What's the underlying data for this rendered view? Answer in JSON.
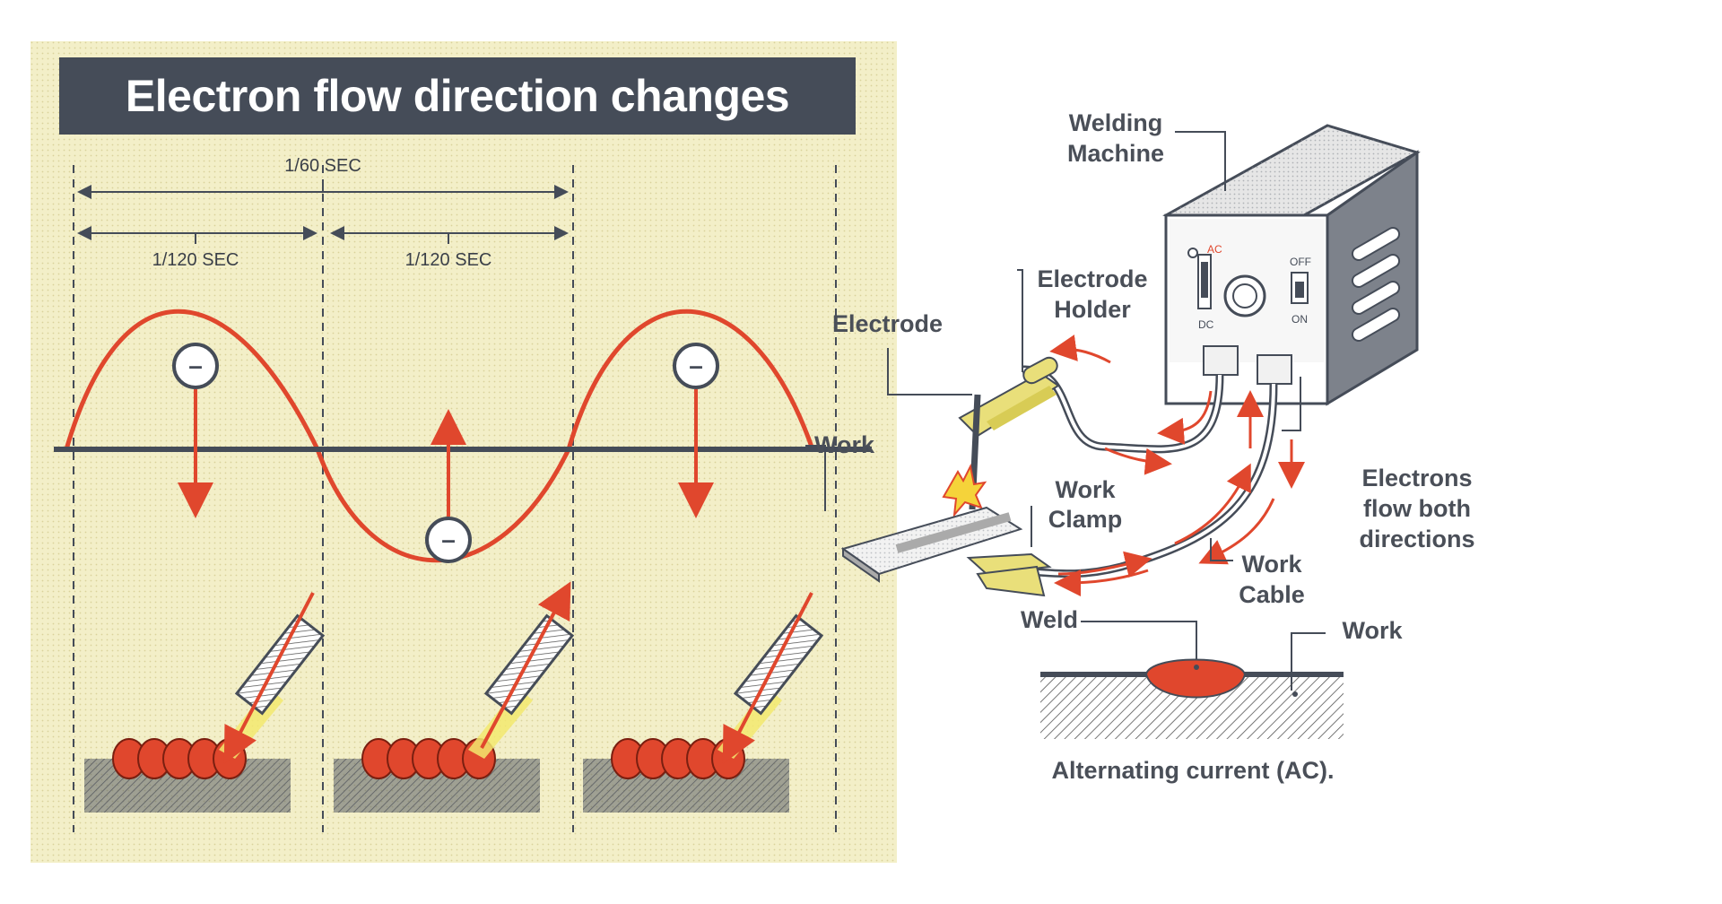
{
  "left": {
    "title": "Electron flow direction changes",
    "period_full": "1/60 SEC",
    "period_half_1": "1/120 SEC",
    "period_half_2": "1/120 SEC",
    "electron_symbol": "–"
  },
  "right": {
    "welding_machine": [
      "Welding",
      "Machine"
    ],
    "electrode_holder": [
      "Electrode",
      "Holder"
    ],
    "electrode": "Electrode",
    "work": "Work",
    "work_clamp": [
      "Work",
      "Clamp"
    ],
    "electrons_flow": [
      "Electrons",
      "flow both",
      "directions"
    ],
    "work_cable": [
      "Work",
      "Cable"
    ],
    "weld": "Weld",
    "work_bottom": "Work",
    "caption": "Alternating current (AC).",
    "panel_ac": "AC",
    "panel_dc": "DC",
    "panel_off": "OFF",
    "panel_on": "ON"
  },
  "colors": {
    "accent_red": "#e0472d",
    "dark_gray": "#454c58",
    "cream": "#f3efc8",
    "clamp_yellow": "#e9df7a"
  }
}
